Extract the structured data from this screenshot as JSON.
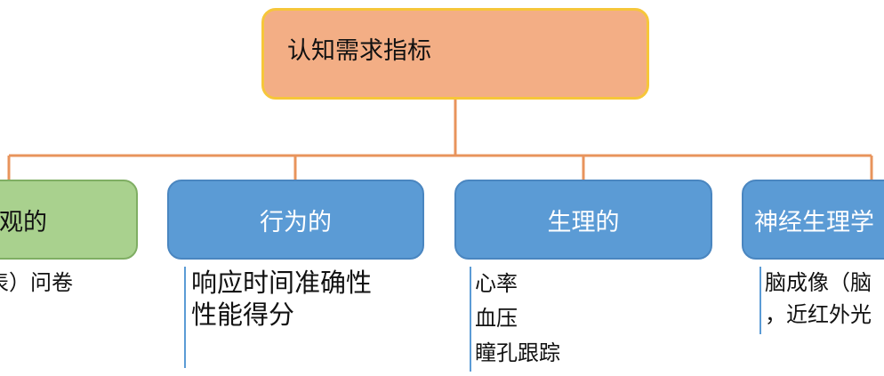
{
  "diagram": {
    "root": {
      "label": "认知需求指标"
    },
    "categories": [
      {
        "id": "subjective",
        "label": "观的",
        "color": "#a9d18e",
        "details": [
          "表）问卷"
        ]
      },
      {
        "id": "behavior",
        "label": "行为的",
        "color": "#5b9bd5",
        "details": [
          "响应时间准确性",
          "性能得分"
        ]
      },
      {
        "id": "physiological",
        "label": "生理的",
        "color": "#5b9bd5",
        "details": [
          "心率",
          "血压",
          "瞳孔跟踪"
        ]
      },
      {
        "id": "neurophysiological",
        "label": "神经生理学",
        "color": "#5b9bd5",
        "details": [
          "脑成像（脑",
          "，近红外光"
        ]
      }
    ],
    "colors": {
      "root_fill": "#f3ae85",
      "root_border": "#f6c63a",
      "connector": "#e8945c",
      "detail_rule": "#5b9bd5"
    }
  }
}
